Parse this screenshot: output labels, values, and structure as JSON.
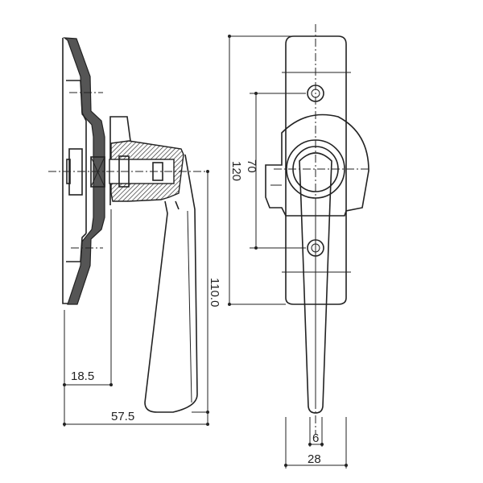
{
  "drawing": {
    "side_view": {
      "dimensions": {
        "base_depth": "18.5",
        "total_depth": "57.5",
        "lever_length": "110.0",
        "plate_height": "120"
      }
    },
    "front_view": {
      "dimensions": {
        "screw_pitch": "70",
        "lever_tip_width": "6",
        "body_width": "28"
      }
    }
  }
}
